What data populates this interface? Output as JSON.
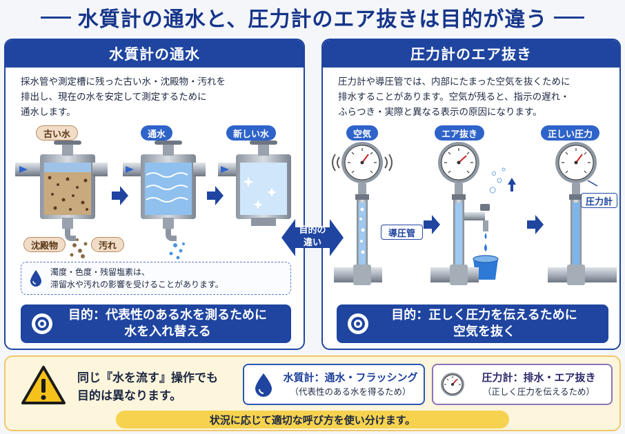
{
  "title": "水質計の通水と、圧力計のエア抜きは目的が違う",
  "left": {
    "header": "水質計の通水",
    "desc": [
      "採水管や測定槽に残った古い水・沈殿物・汚れを",
      "排出し、現在の水を安定して測定するために",
      "通水します。"
    ],
    "stages": [
      "古い水",
      "通水",
      "新しい水"
    ],
    "callouts": {
      "sediment": "沈殿物",
      "dirt": "汚れ"
    },
    "note": [
      "濁度・色度・残留塩素は、",
      "滞留水や汚れの影響を受けることがあります。"
    ],
    "purpose": [
      "目的：代表性のある水を測るために",
      "水を入れ替える"
    ]
  },
  "center": {
    "label": [
      "目的の",
      "違い"
    ]
  },
  "right": {
    "header": "圧力計のエア抜き",
    "desc": [
      "圧力計や導圧管では、内部にたまった空気を抜くために",
      "排水することがあります。空気が残ると、指示の遅れ・",
      "ふらつき・実際と異なる表示の原因になります。"
    ],
    "stages": [
      "空気",
      "エア抜き",
      "正しい圧力"
    ],
    "callouts": {
      "impulse_pipe": "導圧管",
      "gauge": "圧力計"
    },
    "purpose": [
      "目的：正しく圧力を伝えるために",
      "空気を抜く"
    ]
  },
  "bottom": {
    "message": [
      "同じ『水を流す』操作でも",
      "目的は異なります。"
    ],
    "water_chip": {
      "title": "水質計：通水・フラッシング",
      "sub": "（代表性のある水を得るため）"
    },
    "gauge_chip": {
      "title": "圧力計：排水・エア抜き",
      "sub": "（正しく圧力を伝えるため）"
    },
    "banner": "状況に応じて適切な呼び方を使い分けます。"
  },
  "colors": {
    "navy": "#1f45a0",
    "water": "#7fb4ea",
    "sediment": "#8a6a45",
    "warning": "#f5c21b",
    "banner": "#f6d24f"
  }
}
